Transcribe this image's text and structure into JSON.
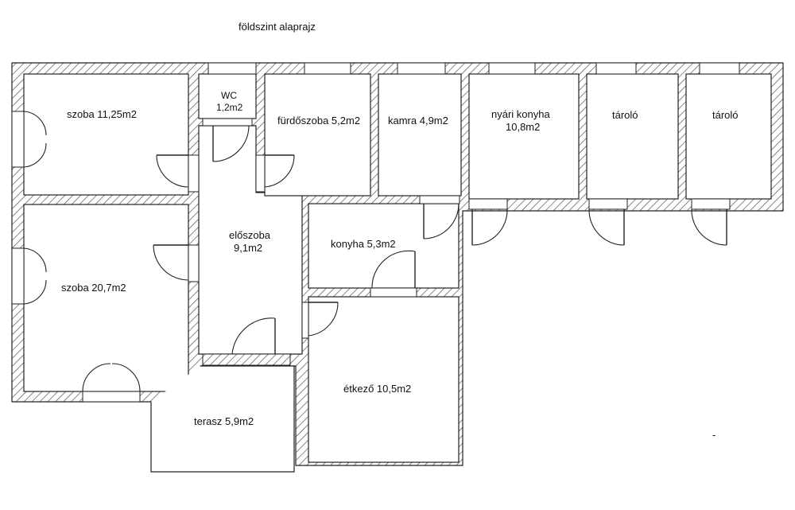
{
  "title": "földszint alaprajz",
  "rooms": {
    "szoba1": "szoba 11,25m2",
    "wc_name": "WC",
    "wc_area": "1,2m2",
    "furdo": "fürdőszoba 5,2m2",
    "kamra": "kamra 4,9m2",
    "nyari_name": "nyári konyha",
    "nyari_area": "10,8m2",
    "tarolo1": "tároló",
    "tarolo2": "tároló",
    "szoba2": "szoba 20,7m2",
    "eloszoba_name": "előszoba",
    "eloszoba_area": "9,1m2",
    "konyha": "konyha 5,3m2",
    "etkezo": "étkező 10,5m2",
    "terasz": "terasz 5,9m2"
  },
  "misc": {
    "dash": "-"
  }
}
